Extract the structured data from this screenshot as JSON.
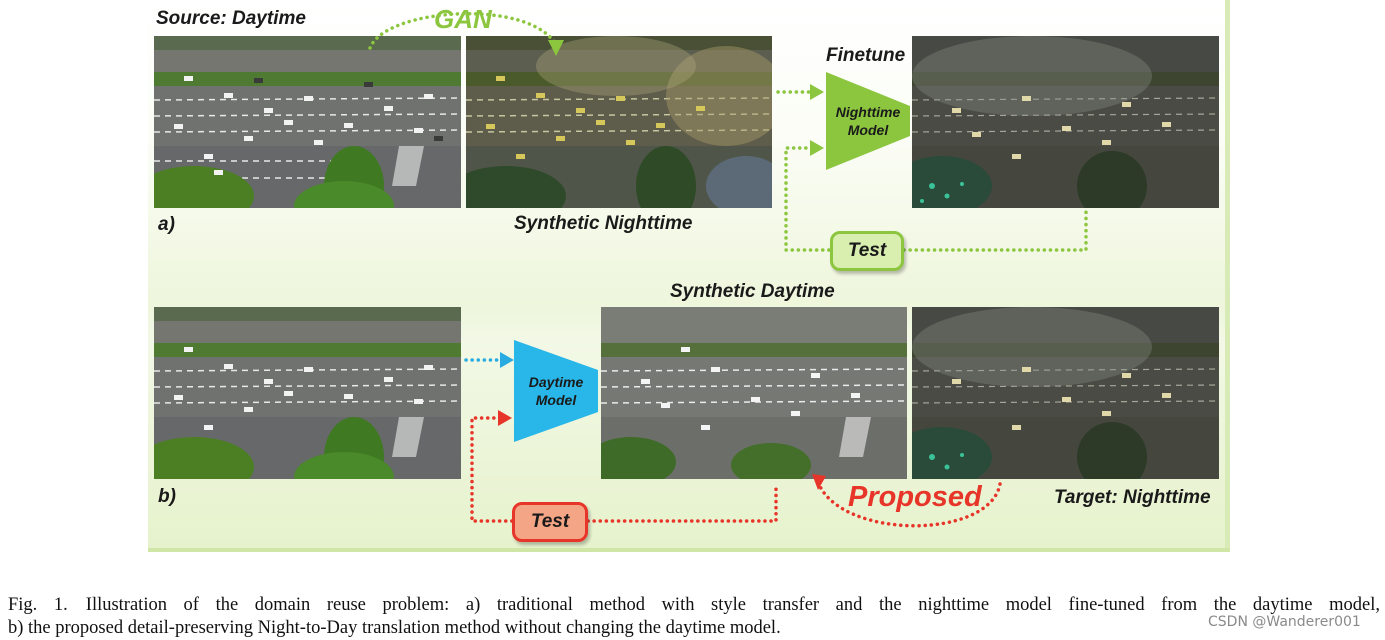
{
  "figure": {
    "labels": {
      "source": "Source: Daytime",
      "gan": "GAN",
      "finetune": "Finetune",
      "synthetic_nighttime": "Synthetic Nighttime",
      "panel_a": "a)",
      "synthetic_daytime": "Synthetic Daytime",
      "panel_b": "b)",
      "proposed": "Proposed",
      "target": "Target: Nighttime"
    },
    "models": {
      "nighttime": [
        "Nighttime",
        "Model"
      ],
      "daytime": [
        "Daytime",
        "Model"
      ]
    },
    "test_a": "Test",
    "test_b": "Test",
    "colors": {
      "green_arrow": "#8cc63f",
      "blue_arrow": "#29abe2",
      "red_arrow": "#e8352a",
      "nighttime_model_fill": "#8cc63f",
      "daytime_model_fill": "#29b6e8",
      "test_a_fill": "#d9efb0",
      "test_a_border": "#8cc63f",
      "test_b_fill": "#f4a585",
      "test_b_border": "#e8352a"
    }
  },
  "caption": {
    "fig_num": "Fig. 1.",
    "line1": "Illustration of the domain reuse problem: a) traditional method with style transfer and the nighttime model fine-tuned from the daytime model,",
    "line2": "b) the proposed detail-preserving Night-to-Day translation method without changing the daytime model."
  },
  "watermark": "CSDN @Wanderer001"
}
